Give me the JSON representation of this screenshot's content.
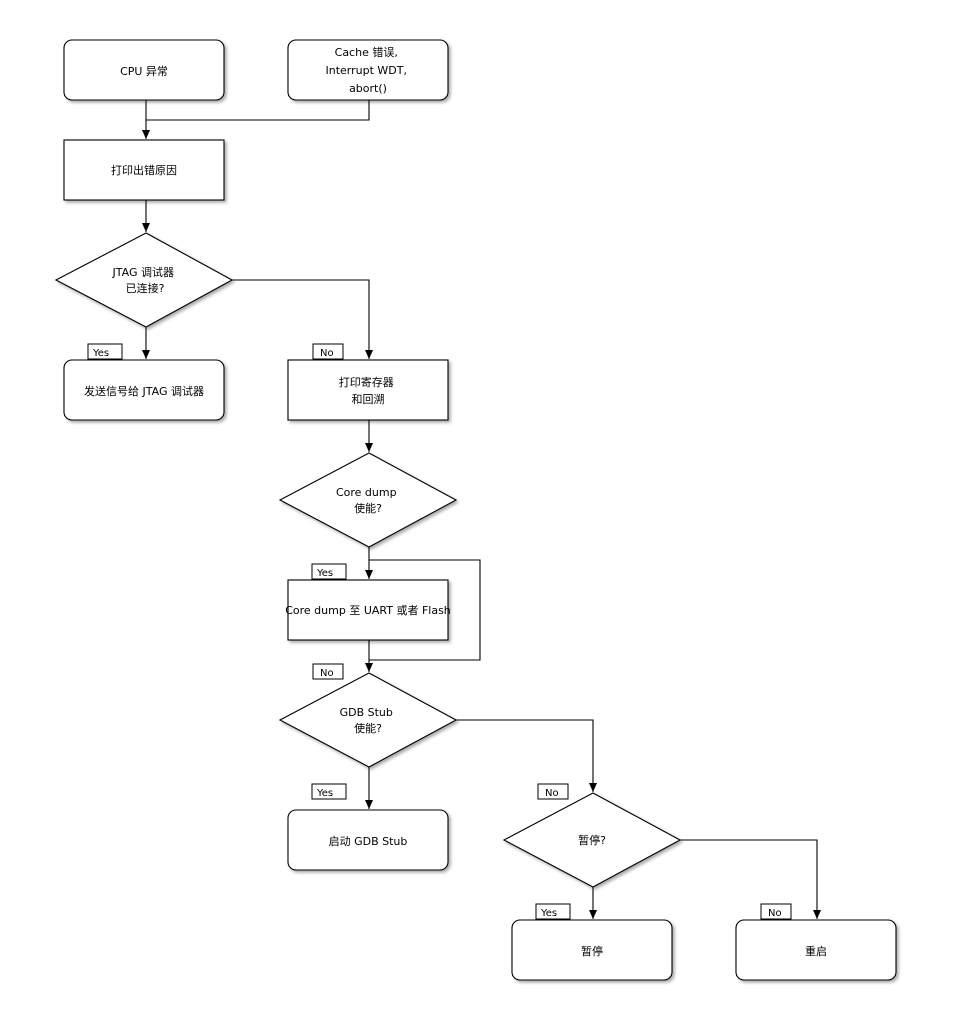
{
  "nodes": {
    "cpu_exception": {
      "lines": [
        "CPU 异常"
      ]
    },
    "other_errors": {
      "lines": [
        "Cache 错误,",
        "Interrupt WDT,",
        "abort()"
      ]
    },
    "print_reason": {
      "lines": [
        "打印出错原因"
      ]
    },
    "jtag_connected": {
      "lines": [
        "JTAG 调试器",
        "已连接?"
      ]
    },
    "send_signal_jtag": {
      "lines": [
        "发送信号给 JTAG 调试器"
      ]
    },
    "print_registers": {
      "lines": [
        "打印寄存器",
        "和回溯"
      ]
    },
    "coredump_enabled": {
      "lines": [
        "Core dump",
        "使能?"
      ]
    },
    "coredump_to": {
      "lines": [
        "Core dump 至 UART 或者 Flash"
      ]
    },
    "gdbstub_enabled": {
      "lines": [
        "GDB Stub",
        "使能?"
      ]
    },
    "start_gdbstub": {
      "lines": [
        "启动 GDB Stub"
      ]
    },
    "halt_decision": {
      "lines": [
        "暂停?"
      ]
    },
    "halt": {
      "lines": [
        "暂停"
      ]
    },
    "reboot": {
      "lines": [
        "重启"
      ]
    }
  },
  "tags": {
    "jtag_yes": "Yes",
    "jtag_no": "No",
    "coredump_yes": "Yes",
    "coredump_no": "No",
    "gdb_yes": "Yes",
    "gdb_no": "No",
    "halt_yes": "Yes",
    "halt_no": "No"
  }
}
